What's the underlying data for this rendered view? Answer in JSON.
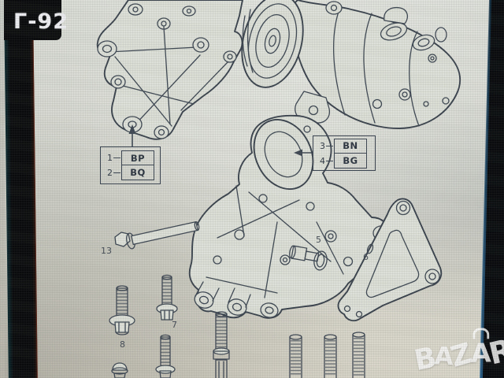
{
  "photo": {
    "corner_label": "Г-92",
    "watermark": {
      "text": "BAZAR",
      "letters": [
        "B",
        "A",
        "Z",
        "A",
        "R"
      ]
    }
  },
  "diagram": {
    "callouts": {
      "left": {
        "rows": [
          {
            "num": "1",
            "code": "BP"
          },
          {
            "num": "2",
            "code": "BQ"
          }
        ]
      },
      "right": {
        "rows": [
          {
            "num": "3",
            "code": "BN"
          },
          {
            "num": "4",
            "code": "BG"
          }
        ]
      }
    },
    "part_labels": {
      "p5": "5",
      "p6": "6",
      "p7": "7",
      "p8": "8",
      "p13": "13"
    },
    "parts": [
      "engine-mount-bracket",
      "ac-compressor",
      "compressor-mounting-bracket",
      "support-bracket",
      "bolts-and-studs"
    ],
    "colors": {
      "screen_bg": "#d8dad2",
      "line": "#3d4754",
      "black_edge": "#0a0b0d",
      "edge_glow": "#2f6ea0",
      "watermark": "#ffffff"
    }
  }
}
